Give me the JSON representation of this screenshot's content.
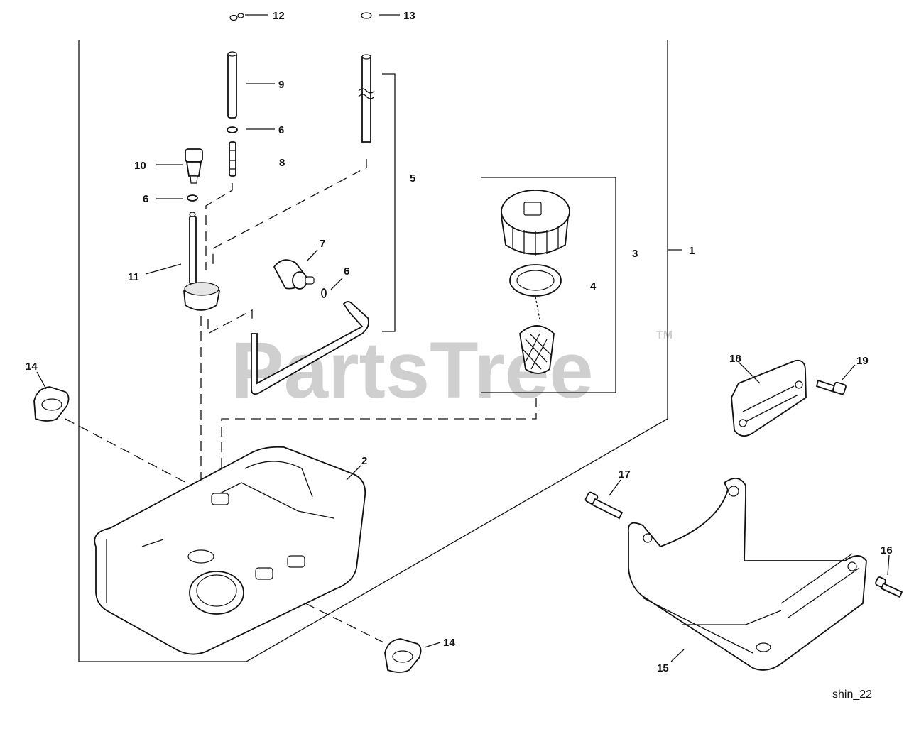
{
  "watermark": {
    "text": "PartsTree",
    "tm": "TM"
  },
  "diagram_code": "shin_22",
  "callouts": [
    {
      "id": "c12",
      "text": "12"
    },
    {
      "id": "c13",
      "text": "13"
    },
    {
      "id": "c9",
      "text": "9"
    },
    {
      "id": "c6a",
      "text": "6"
    },
    {
      "id": "c8",
      "text": "8"
    },
    {
      "id": "c10",
      "text": "10"
    },
    {
      "id": "c6b",
      "text": "6"
    },
    {
      "id": "c5",
      "text": "5"
    },
    {
      "id": "c7",
      "text": "7"
    },
    {
      "id": "c6c",
      "text": "6"
    },
    {
      "id": "c11",
      "text": "11"
    },
    {
      "id": "c3",
      "text": "3"
    },
    {
      "id": "c1",
      "text": "1"
    },
    {
      "id": "c4",
      "text": "4"
    },
    {
      "id": "c14a",
      "text": "14"
    },
    {
      "id": "c18",
      "text": "18"
    },
    {
      "id": "c19",
      "text": "19"
    },
    {
      "id": "c2",
      "text": "2"
    },
    {
      "id": "c17",
      "text": "17"
    },
    {
      "id": "c16",
      "text": "16"
    },
    {
      "id": "c14b",
      "text": "14"
    },
    {
      "id": "c15",
      "text": "15"
    }
  ]
}
